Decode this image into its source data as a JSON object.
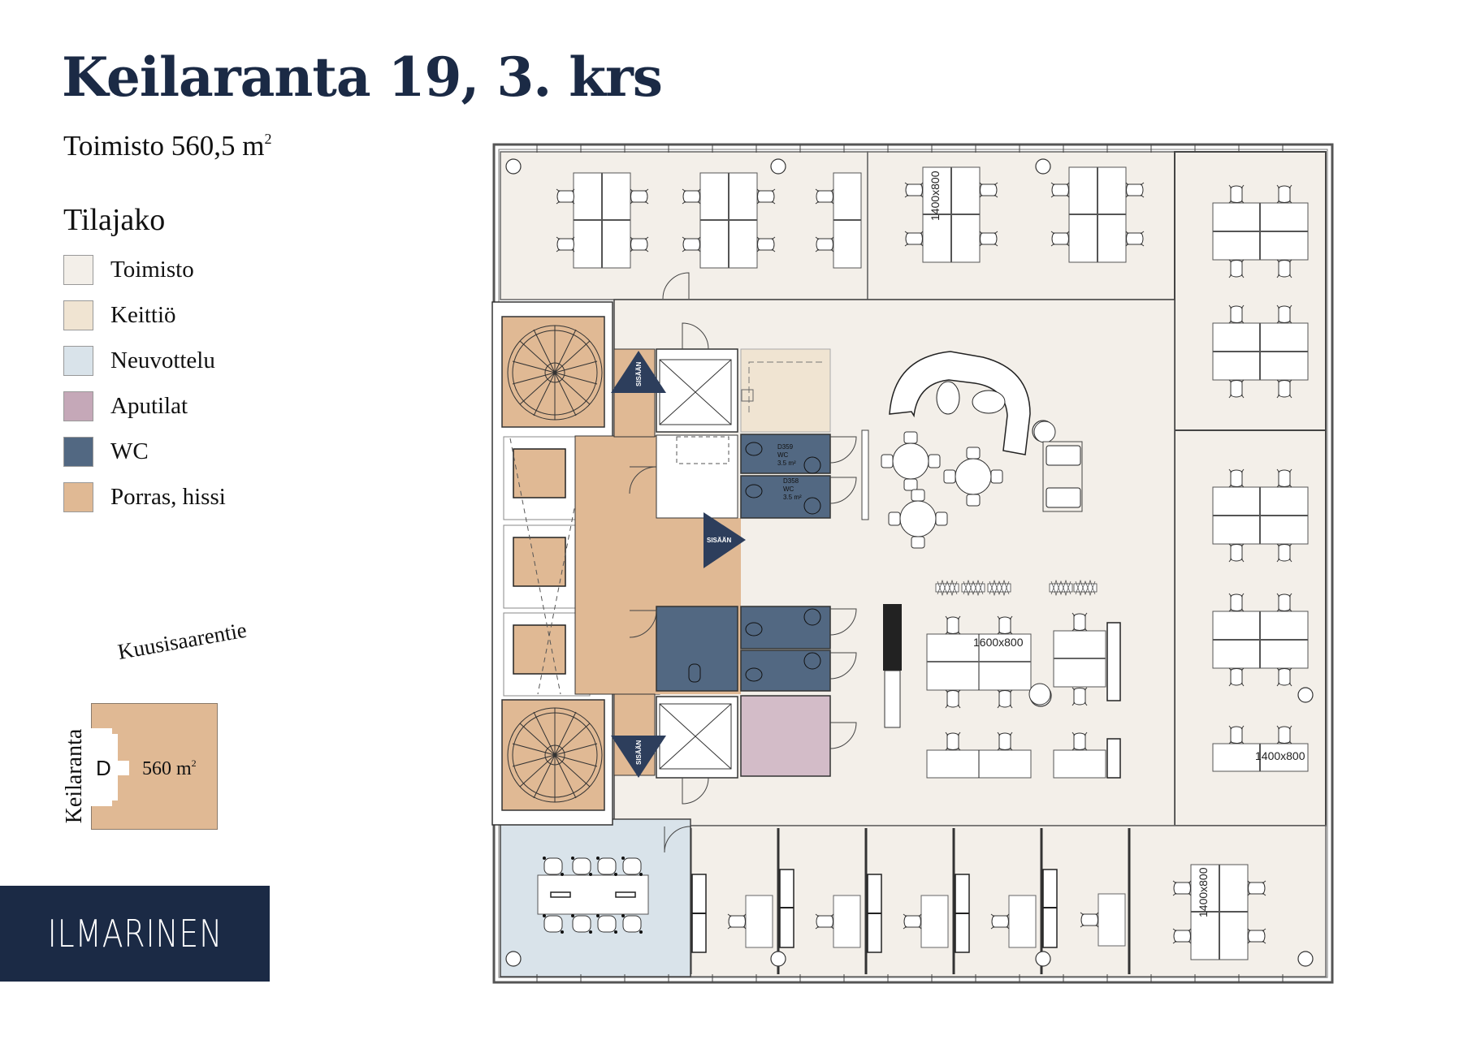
{
  "header": {
    "title": "Keilaranta 19, 3. krs",
    "subtitle_prefix": "Toimisto 560,5 m",
    "subtitle_sup": "2"
  },
  "legend": {
    "title": "Tilajako",
    "items": [
      {
        "label": "Toimisto",
        "color": "#f3efe9"
      },
      {
        "label": "Keittiö",
        "color": "#f0e4d2"
      },
      {
        "label": "Neuvottelu",
        "color": "#d9e3ea"
      },
      {
        "label": "Aputilat",
        "color": "#c5a8b8"
      },
      {
        "label": "WC",
        "color": "#526882"
      },
      {
        "label": "Porras, hissi",
        "color": "#e0b994"
      }
    ]
  },
  "keymap": {
    "street_top": "Kuusisaarentie",
    "street_left": "Keilaranta",
    "section_letter": "D",
    "area_prefix": "560 m",
    "area_sup": "2"
  },
  "brand": {
    "name": "ILMARINEN",
    "bg_color": "#1b2a45"
  },
  "floorplan": {
    "entrance_label": "SISÄÄN",
    "rooms": {
      "wc1": {
        "id": "D359",
        "type": "WC",
        "area": "3.5 m²"
      },
      "wc2": {
        "id": "D358",
        "type": "WC",
        "area": "3.5 m²"
      }
    },
    "dimensions": {
      "desk_1400_a": "1400x800",
      "desk_1600": "1600x800",
      "desk_1400_b": "1400x800",
      "desk_1400_c": "1400x800"
    },
    "colors": {
      "office": "#f3efe9",
      "kitchen": "#f0e4d2",
      "meeting": "#d9e3ea",
      "auxiliary": "#d3bcc8",
      "wc": "#526882",
      "stairs": "#e0b994",
      "entrance_arrow": "#2d3e5c"
    }
  }
}
